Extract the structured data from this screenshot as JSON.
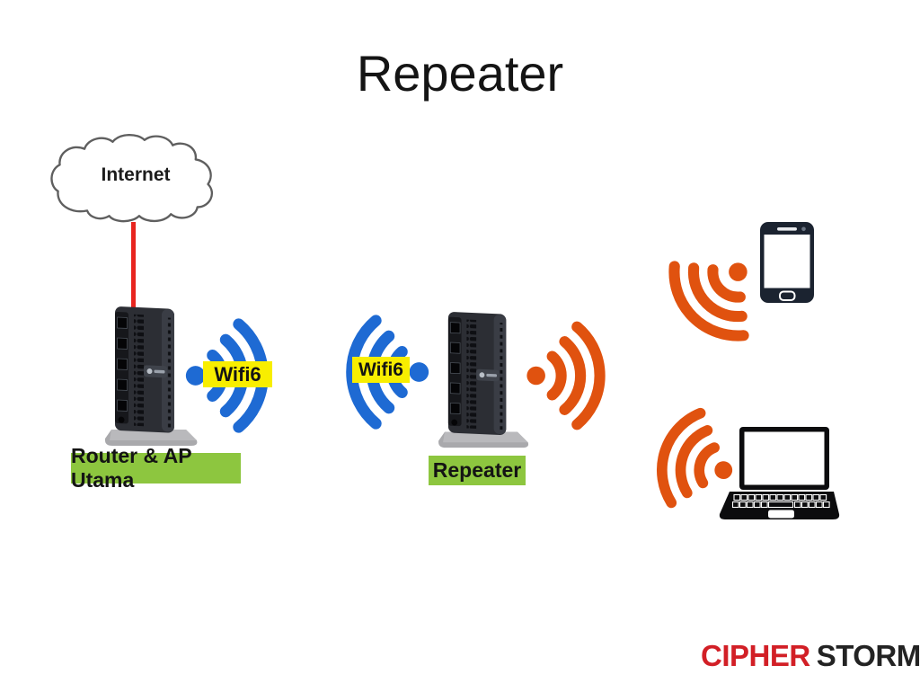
{
  "title": "Repeater",
  "cloud": {
    "label": "Internet",
    "icon": "internet-cloud-icon"
  },
  "main_router": {
    "label": "Router & AP Utama",
    "wifi_badge": "Wifi6",
    "icon": "router-icon"
  },
  "repeater": {
    "label": "Repeater",
    "wifi_badge": "Wifi6",
    "icon": "router-icon"
  },
  "clients": {
    "phone": {
      "icon": "smartphone-icon"
    },
    "laptop": {
      "icon": "laptop-icon"
    }
  },
  "wifi_icons": {
    "main_router_signal": "wifi-signal-icon-blue",
    "repeater_uplink_signal": "wifi-signal-icon-blue",
    "repeater_broadcast_signal": "wifi-signal-icon-orange",
    "phone_signal": "wifi-signal-icon-orange",
    "laptop_signal": "wifi-signal-icon-orange"
  },
  "logo": {
    "word1": "CIPHER",
    "word2": "STORM"
  },
  "colors": {
    "background": "#ffffff",
    "title_text": "#141414",
    "wifi_blue": "#1e6ad3",
    "wifi_orange": "#e0520f",
    "badge_yellow_bg": "#f8ee00",
    "badge_text": "#141414",
    "label_green_bg": "#8dc63f",
    "label_text": "#141414",
    "wan_line_red": "#e8251f",
    "cloud_outline": "#5f5f5f",
    "logo_red": "#d21f26",
    "logo_dark": "#232323"
  }
}
